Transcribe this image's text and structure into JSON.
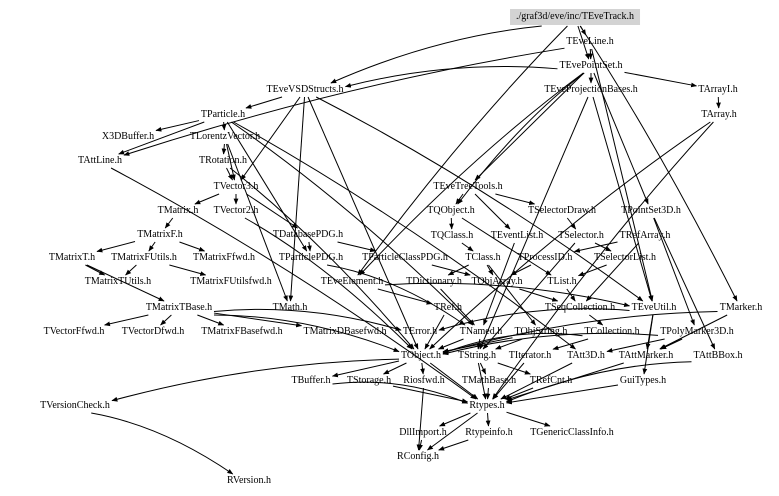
{
  "nodes": [
    {
      "id": "root",
      "label": "./graf3d/eve/inc/TEveTrack.h",
      "root": true
    },
    {
      "id": "TEveLine",
      "label": "TEveLine.h"
    },
    {
      "id": "TEvePointSet",
      "label": "TEvePointSet.h"
    },
    {
      "id": "TEveVSDStructs",
      "label": "TEveVSDStructs.h"
    },
    {
      "id": "TEveProjectionBases",
      "label": "TEveProjectionBases.h"
    },
    {
      "id": "TArrayI",
      "label": "TArrayI.h"
    },
    {
      "id": "TParticle",
      "label": "TParticle.h"
    },
    {
      "id": "TArray",
      "label": "TArray.h"
    },
    {
      "id": "X3DBuffer",
      "label": "X3DBuffer.h"
    },
    {
      "id": "TLorentzVector",
      "label": "TLorentzVector.h"
    },
    {
      "id": "TAttLine",
      "label": "TAttLine.h"
    },
    {
      "id": "TRotation",
      "label": "TRotation.h"
    },
    {
      "id": "TEveTreeTools",
      "label": "TEveTreeTools.h"
    },
    {
      "id": "TVector3",
      "label": "TVector3.h"
    },
    {
      "id": "TMatrix",
      "label": "TMatrix.h"
    },
    {
      "id": "TVector2",
      "label": "TVector2.h"
    },
    {
      "id": "TQObject",
      "label": "TQObject.h"
    },
    {
      "id": "TSelectorDraw",
      "label": "TSelectorDraw.h"
    },
    {
      "id": "TPointSet3D",
      "label": "TPointSet3D.h"
    },
    {
      "id": "TMatrixF",
      "label": "TMatrixF.h"
    },
    {
      "id": "TDatabasePDG",
      "label": "TDatabasePDG.h"
    },
    {
      "id": "TQClass",
      "label": "TQClass.h"
    },
    {
      "id": "TEventList",
      "label": "TEventList.h"
    },
    {
      "id": "TSelector",
      "label": "TSelector.h"
    },
    {
      "id": "TRefArray",
      "label": "TRefArray.h"
    },
    {
      "id": "TMatrixT",
      "label": "TMatrixT.h"
    },
    {
      "id": "TMatrixFUtils",
      "label": "TMatrixFUtils.h"
    },
    {
      "id": "TMatrixFfwd",
      "label": "TMatrixFfwd.h"
    },
    {
      "id": "TParticlePDG",
      "label": "TParticlePDG.h"
    },
    {
      "id": "TParticleClassPDG",
      "label": "TParticleClassPDG.h"
    },
    {
      "id": "TClass",
      "label": "TClass.h"
    },
    {
      "id": "TProcessID",
      "label": "TProcessID.h"
    },
    {
      "id": "TSelectorList",
      "label": "TSelectorList.h"
    },
    {
      "id": "TMatrixTUtils",
      "label": "TMatrixTUtils.h"
    },
    {
      "id": "TMatrixFUtilsfwd",
      "label": "TMatrixFUtilsfwd.h"
    },
    {
      "id": "TEveElement",
      "label": "TEveElement.h"
    },
    {
      "id": "TDictionary",
      "label": "TDictionary.h"
    },
    {
      "id": "TObjArray",
      "label": "TObjArray.h"
    },
    {
      "id": "TList",
      "label": "TList.h"
    },
    {
      "id": "TMatrixTBase",
      "label": "TMatrixTBase.h"
    },
    {
      "id": "TMath",
      "label": "TMath.h"
    },
    {
      "id": "TRef",
      "label": "TRef.h"
    },
    {
      "id": "TSeqCollection",
      "label": "TSeqCollection.h"
    },
    {
      "id": "TEveUtil",
      "label": "TEveUtil.h"
    },
    {
      "id": "TMarker",
      "label": "TMarker.h"
    },
    {
      "id": "TVectorFfwd",
      "label": "TVectorFfwd.h"
    },
    {
      "id": "TVectorDfwd",
      "label": "TVectorDfwd.h"
    },
    {
      "id": "TMatrixFBasefwd",
      "label": "TMatrixFBasefwd.h"
    },
    {
      "id": "TMatrixDBasefwd",
      "label": "TMatrixDBasefwd.h"
    },
    {
      "id": "TError",
      "label": "TError.h"
    },
    {
      "id": "TNamed",
      "label": "TNamed.h"
    },
    {
      "id": "TObjString",
      "label": "TObjString.h"
    },
    {
      "id": "TCollection",
      "label": "TCollection.h"
    },
    {
      "id": "TPolyMarker3D",
      "label": "TPolyMarker3D.h"
    },
    {
      "id": "TObject",
      "label": "TObject.h"
    },
    {
      "id": "TString",
      "label": "TString.h"
    },
    {
      "id": "TIterator",
      "label": "TIterator.h"
    },
    {
      "id": "TAtt3D",
      "label": "TAtt3D.h"
    },
    {
      "id": "TAttMarker",
      "label": "TAttMarker.h"
    },
    {
      "id": "TAttBBox",
      "label": "TAttBBox.h"
    },
    {
      "id": "TBuffer",
      "label": "TBuffer.h"
    },
    {
      "id": "TStorage",
      "label": "TStorage.h"
    },
    {
      "id": "Riosfwd",
      "label": "Riosfwd.h"
    },
    {
      "id": "TMathBase",
      "label": "TMathBase.h"
    },
    {
      "id": "TRefCnt",
      "label": "TRefCnt.h"
    },
    {
      "id": "GuiTypes",
      "label": "GuiTypes.h"
    },
    {
      "id": "TVersionCheck",
      "label": "TVersionCheck.h"
    },
    {
      "id": "Rtypes",
      "label": "Rtypes.h"
    },
    {
      "id": "DllImport",
      "label": "DllImport.h"
    },
    {
      "id": "Rtypeinfo",
      "label": "Rtypeinfo.h"
    },
    {
      "id": "TGenericClassInfo",
      "label": "TGenericClassInfo.h"
    },
    {
      "id": "RConfig",
      "label": "RConfig.h"
    },
    {
      "id": "RVersion",
      "label": "RVersion.h"
    }
  ],
  "edges": [
    [
      "root",
      "TEveLine"
    ],
    [
      "root",
      "TEvePointSet"
    ],
    [
      "root",
      "TEveVSDStructs"
    ],
    [
      "root",
      "TEveElement"
    ],
    [
      "root",
      "TMarker"
    ],
    [
      "TEveLine",
      "TEvePointSet"
    ],
    [
      "TEveLine",
      "TAttLine"
    ],
    [
      "TEveLine",
      "TEveUtil"
    ],
    [
      "TEvePointSet",
      "TEveVSDStructs"
    ],
    [
      "TEvePointSet",
      "TEveProjectionBases"
    ],
    [
      "TEvePointSet",
      "TArrayI"
    ],
    [
      "TEvePointSet",
      "TPointSet3D"
    ],
    [
      "TEvePointSet",
      "TEveTreeTools"
    ],
    [
      "TEvePointSet",
      "TQObject"
    ],
    [
      "TEvePointSet",
      "TEveElement"
    ],
    [
      "TEveVSDStructs",
      "TParticle"
    ],
    [
      "TEveVSDStructs",
      "TVector3"
    ],
    [
      "TEveVSDStructs",
      "TObject"
    ],
    [
      "TEveVSDStructs",
      "TMath"
    ],
    [
      "TEveVSDStructs",
      "TEveUtil"
    ],
    [
      "TEveProjectionBases",
      "TEveUtil"
    ],
    [
      "TEveProjectionBases",
      "TString"
    ],
    [
      "TArrayI",
      "TArray"
    ],
    [
      "TArray",
      "TObject"
    ],
    [
      "TArray",
      "Rtypes"
    ],
    [
      "TParticle",
      "X3DBuffer"
    ],
    [
      "TParticle",
      "TLorentzVector"
    ],
    [
      "TParticle",
      "TAttLine"
    ],
    [
      "TParticle",
      "TParticlePDG"
    ],
    [
      "TParticle",
      "TNamed"
    ],
    [
      "TParticle",
      "TAtt3D"
    ],
    [
      "TLorentzVector",
      "TRotation"
    ],
    [
      "TLorentzVector",
      "TVector3"
    ],
    [
      "TLorentzVector",
      "TMath"
    ],
    [
      "TAttLine",
      "Rtypes"
    ],
    [
      "TRotation",
      "TVector3"
    ],
    [
      "TRotation",
      "TObject"
    ],
    [
      "TVector3",
      "TMatrix"
    ],
    [
      "TVector3",
      "TVector2"
    ],
    [
      "TVector3",
      "TDatabasePDG"
    ],
    [
      "TVector2",
      "TObject"
    ],
    [
      "TMatrix",
      "TMatrixF"
    ],
    [
      "TMatrixF",
      "TMatrixT"
    ],
    [
      "TMatrixF",
      "TMatrixFUtils"
    ],
    [
      "TMatrixF",
      "TMatrixFfwd"
    ],
    [
      "TMatrixT",
      "TMatrixTBase"
    ],
    [
      "TMatrixT",
      "TMatrixTUtils"
    ],
    [
      "TMatrixFUtils",
      "TMatrixTUtils"
    ],
    [
      "TMatrixFUtils",
      "TMatrixFUtilsfwd"
    ],
    [
      "TMatrixTBase",
      "TVectorFfwd"
    ],
    [
      "TMatrixTBase",
      "TVectorDfwd"
    ],
    [
      "TMatrixTBase",
      "TMatrixFBasefwd"
    ],
    [
      "TMatrixTBase",
      "TMatrixDBasefwd"
    ],
    [
      "TMatrixTBase",
      "TError"
    ],
    [
      "TMatrixTBase",
      "TObject"
    ],
    [
      "TDatabasePDG",
      "TParticlePDG"
    ],
    [
      "TDatabasePDG",
      "TParticleClassPDG"
    ],
    [
      "TParticlePDG",
      "TNamed"
    ],
    [
      "TParticleClassPDG",
      "TObjArray"
    ],
    [
      "TEveTreeTools",
      "TQObject"
    ],
    [
      "TEveTreeTools",
      "TSelectorDraw"
    ],
    [
      "TEveTreeTools",
      "TEventList"
    ],
    [
      "TQObject",
      "TQClass"
    ],
    [
      "TQObject",
      "TList"
    ],
    [
      "TQClass",
      "TClass"
    ],
    [
      "TEventList",
      "TNamed"
    ],
    [
      "TSelectorDraw",
      "TSelector"
    ],
    [
      "TSelector",
      "TSelectorList"
    ],
    [
      "TSelector",
      "TString"
    ],
    [
      "TSelectorList",
      "TList"
    ],
    [
      "TClass",
      "TDictionary"
    ],
    [
      "TClass",
      "TObjArray"
    ],
    [
      "TClass",
      "TObjString"
    ],
    [
      "TRefArray",
      "TProcessID"
    ],
    [
      "TRefArray",
      "TSeqCollection"
    ],
    [
      "TProcessID",
      "TObjArray"
    ],
    [
      "TObjArray",
      "TSeqCollection"
    ],
    [
      "TList",
      "TSeqCollection"
    ],
    [
      "TDictionary",
      "TNamed"
    ],
    [
      "TEveElement",
      "TEveUtil"
    ],
    [
      "TEveElement",
      "TRef"
    ],
    [
      "TRef",
      "TObject"
    ],
    [
      "TSeqCollection",
      "TCollection"
    ],
    [
      "TCollection",
      "TObject"
    ],
    [
      "TCollection",
      "TIterator"
    ],
    [
      "TNamed",
      "TObject"
    ],
    [
      "TNamed",
      "TString"
    ],
    [
      "TObjString",
      "TObject"
    ],
    [
      "TObjString",
      "TString"
    ],
    [
      "TEveUtil",
      "TError"
    ],
    [
      "TEveUtil",
      "TAttMarker"
    ],
    [
      "TEveUtil",
      "GuiTypes"
    ],
    [
      "TPointSet3D",
      "TPolyMarker3D"
    ],
    [
      "TPointSet3D",
      "TAttBBox"
    ],
    [
      "TMarker",
      "TObject"
    ],
    [
      "TMarker",
      "TAttMarker"
    ],
    [
      "TPolyMarker3D",
      "TObject"
    ],
    [
      "TPolyMarker3D",
      "TAttMarker"
    ],
    [
      "TPolyMarker3D",
      "TAtt3D"
    ],
    [
      "TObject",
      "TVersionCheck"
    ],
    [
      "TObject",
      "TStorage"
    ],
    [
      "TObject",
      "Riosfwd"
    ],
    [
      "TObject",
      "TBuffer"
    ],
    [
      "TObject",
      "Rtypes"
    ],
    [
      "TString",
      "TMathBase"
    ],
    [
      "TString",
      "TRefCnt"
    ],
    [
      "TString",
      "Rtypes"
    ],
    [
      "TIterator",
      "Rtypes"
    ],
    [
      "TAtt3D",
      "Rtypes"
    ],
    [
      "TAttMarker",
      "Rtypes"
    ],
    [
      "TAttBBox",
      "Rtypes"
    ],
    [
      "TStorage",
      "Rtypes"
    ],
    [
      "TMathBase",
      "Rtypes"
    ],
    [
      "TRefCnt",
      "Rtypes"
    ],
    [
      "GuiTypes",
      "Rtypes"
    ],
    [
      "TBuffer",
      "Rtypes"
    ],
    [
      "Riosfwd",
      "RConfig"
    ],
    [
      "TVersionCheck",
      "RVersion"
    ],
    [
      "Rtypes",
      "DllImport"
    ],
    [
      "Rtypes",
      "Rtypeinfo"
    ],
    [
      "Rtypes",
      "TGenericClassInfo"
    ],
    [
      "Rtypes",
      "RConfig"
    ],
    [
      "DllImport",
      "RConfig"
    ],
    [
      "Rtypeinfo",
      "RConfig"
    ]
  ]
}
